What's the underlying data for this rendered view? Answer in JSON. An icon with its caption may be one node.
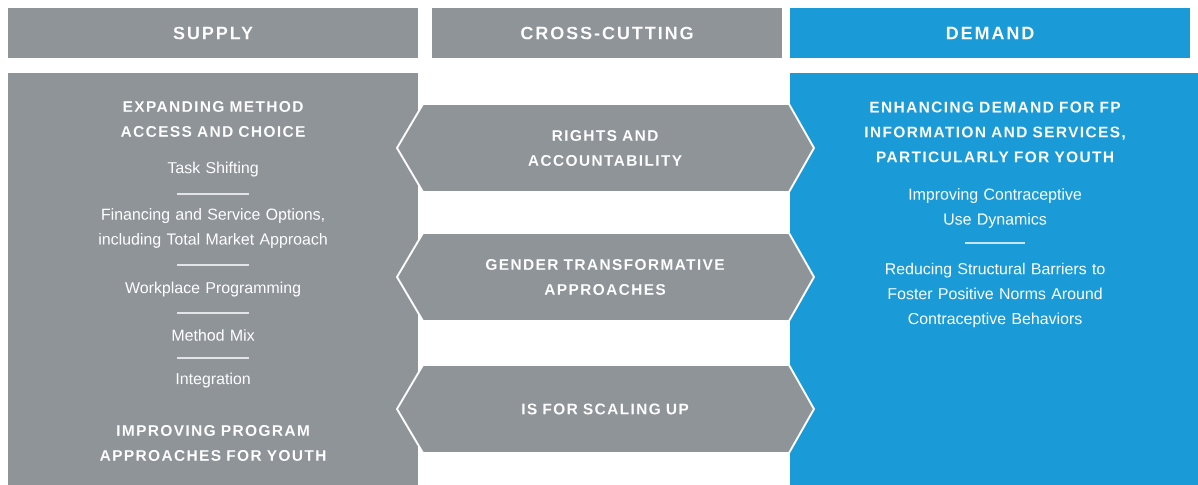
{
  "diagram": {
    "nodes": [
      {
        "text": [
          "SUPPLY"
        ]
      },
      {
        "text": [
          "CROSS-CUTTING"
        ]
      },
      {
        "text": [
          "DEMAND"
        ]
      },
      {
        "text": [
          "EXPANDING METHOD ACCESS AND CHOICE",
          "Task Shifting",
          "Financing and Service Options, including Total Market Approach",
          "Workplace Programming",
          "Method Mix",
          "Integration",
          "IMPROVING PROGRAM APPROACHES FOR YOUTH"
        ]
      },
      {
        "text": [
          "RIGHTS AND ACCOUNTABILITY"
        ]
      },
      {
        "text": [
          "GENDER TRANSFORMATIVE APPROACHES"
        ]
      },
      {
        "text": [
          "IS FOR SCALING UP"
        ]
      },
      {
        "text": [
          "ENHANCING DEMAND FOR FP INFORMATION AND SERVICES, PARTICULARLY FOR YOUTH",
          "Improving Contraceptive Use Dynamics",
          "Reducing Structural Barriers to Foster Positive Norms Around Contraceptive Behaviors"
        ]
      }
    ]
  }
}
